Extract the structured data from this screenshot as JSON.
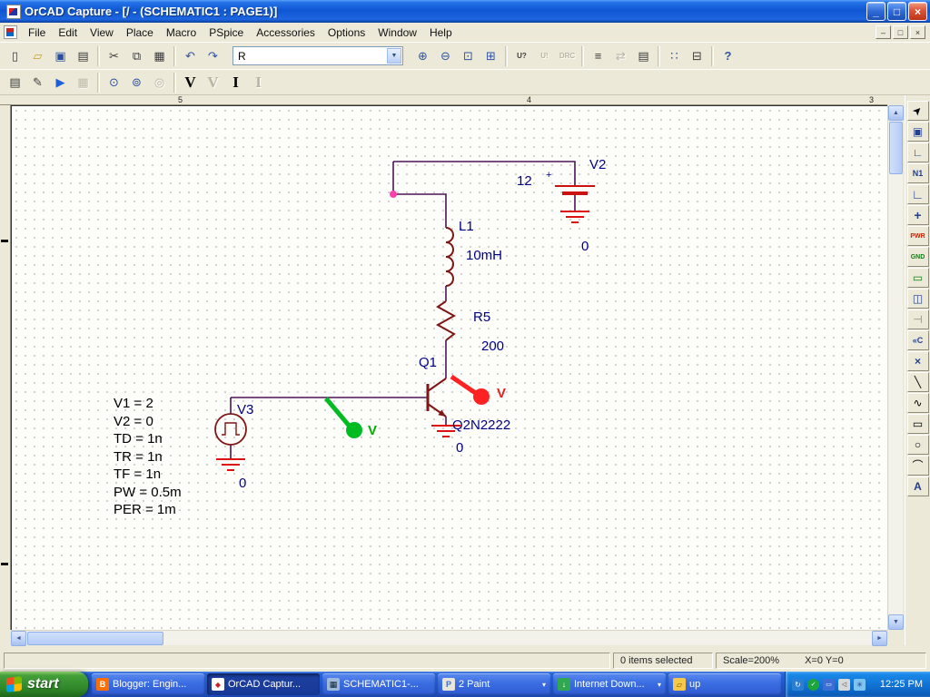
{
  "window": {
    "title": "OrCAD Capture - [/ - (SCHEMATIC1 : PAGE1)]",
    "controls": {
      "minimize": "_",
      "restore": "□",
      "close": "×"
    }
  },
  "menubar": {
    "items": [
      "File",
      "Edit",
      "View",
      "Place",
      "Macro",
      "PSpice",
      "Accessories",
      "Options",
      "Window",
      "Help"
    ],
    "mdi": {
      "minimize": "–",
      "restore": "□",
      "close": "×"
    }
  },
  "toolbar1": {
    "combo": {
      "value": "R",
      "arrow": "▼"
    },
    "icons": [
      {
        "name": "new-icon",
        "glyph": "▯"
      },
      {
        "name": "open-icon",
        "glyph": "▱"
      },
      {
        "name": "save-icon",
        "glyph": "▣"
      },
      {
        "name": "print-icon",
        "glyph": "▤"
      },
      {
        "name": "cut-icon",
        "glyph": "✂"
      },
      {
        "name": "copy-icon",
        "glyph": "⧉"
      },
      {
        "name": "paste-icon",
        "glyph": "▦"
      },
      {
        "name": "undo-icon",
        "glyph": "↶"
      },
      {
        "name": "redo-icon",
        "glyph": "↷"
      },
      {
        "name": "zoom-in-icon",
        "glyph": "⊕"
      },
      {
        "name": "zoom-out-icon",
        "glyph": "⊖"
      },
      {
        "name": "zoom-area-icon",
        "glyph": "⊡"
      },
      {
        "name": "zoom-all-icon",
        "glyph": "⊞"
      },
      {
        "name": "annotate-icon",
        "glyph": "U?"
      },
      {
        "name": "back-annotate-icon",
        "glyph": "U!"
      },
      {
        "name": "drc-icon",
        "glyph": "DRC"
      },
      {
        "name": "netlist-icon",
        "glyph": "≡"
      },
      {
        "name": "cross-reference-icon",
        "glyph": "⇄"
      },
      {
        "name": "bom-icon",
        "glyph": "▤"
      },
      {
        "name": "snap-to-grid-icon",
        "glyph": "∷"
      },
      {
        "name": "project-manager-icon",
        "glyph": "⊟"
      },
      {
        "name": "help-icon",
        "glyph": "?"
      }
    ]
  },
  "toolbar2": {
    "icons": [
      {
        "name": "new-simulation-profile-icon",
        "glyph": "▤"
      },
      {
        "name": "edit-simulation-profile-icon",
        "glyph": "✎"
      },
      {
        "name": "run-pspice-icon",
        "glyph": "▶"
      },
      {
        "name": "view-simulation-results-icon",
        "glyph": "▦"
      },
      {
        "name": "view-circuit-file-icon",
        "glyph": "⊙"
      },
      {
        "name": "view-output-file-icon",
        "glyph": "⊚"
      },
      {
        "name": "marker-list-icon",
        "glyph": "◎"
      },
      {
        "name": "voltage-marker-icon",
        "glyph": "V"
      },
      {
        "name": "voltage-differential-marker-icon",
        "glyph": "V"
      },
      {
        "name": "current-marker-icon",
        "glyph": "I"
      },
      {
        "name": "power-marker-icon",
        "glyph": "I"
      }
    ]
  },
  "ruler": {
    "h_marks": [
      "5",
      "4",
      "3"
    ]
  },
  "schematic": {
    "v2": {
      "ref": "V2",
      "value": "12",
      "plus": "+",
      "gnd": "0"
    },
    "l1": {
      "ref": "L1",
      "value": "10mH"
    },
    "r5": {
      "ref": "R5",
      "value": "200"
    },
    "q1": {
      "ref": "Q1",
      "value": "Q2N2222",
      "gnd": "0"
    },
    "v3": {
      "ref": "V3",
      "gnd": "0",
      "params": [
        "V1 = 2",
        "V2 = 0",
        "TD = 1n",
        "TR = 1n",
        "TF = 1n",
        "PW = 0.5m",
        "PER = 1m"
      ]
    },
    "probes": {
      "red_label": "V",
      "green_label": "V"
    }
  },
  "palette": {
    "items": [
      {
        "name": "select-tool",
        "glyph": "➤"
      },
      {
        "name": "place-part-tool",
        "glyph": "▣"
      },
      {
        "name": "place-wire-tool",
        "glyph": "∟"
      },
      {
        "name": "place-net-alias-tool",
        "glyph": "N1"
      },
      {
        "name": "place-bus-tool",
        "glyph": "∟"
      },
      {
        "name": "place-junction-tool",
        "glyph": "+"
      },
      {
        "name": "place-power-tool",
        "glyph": "PWR"
      },
      {
        "name": "place-ground-tool",
        "glyph": "GND"
      },
      {
        "name": "place-hierarchical-block-tool",
        "glyph": "▭"
      },
      {
        "name": "place-hierarchical-port-tool",
        "glyph": "◫"
      },
      {
        "name": "place-hierarchical-pin-tool",
        "glyph": "⊣"
      },
      {
        "name": "place-off-page-connector-tool",
        "glyph": "«C"
      },
      {
        "name": "place-no-connect-tool",
        "glyph": "×"
      },
      {
        "name": "place-line-tool",
        "glyph": "╲"
      },
      {
        "name": "place-polyline-tool",
        "glyph": "∿"
      },
      {
        "name": "place-rectangle-tool",
        "glyph": "▭"
      },
      {
        "name": "place-ellipse-tool",
        "glyph": "○"
      },
      {
        "name": "place-arc-tool",
        "glyph": "⌒"
      },
      {
        "name": "place-text-tool",
        "glyph": "A"
      }
    ]
  },
  "statusbar": {
    "selection": "0 items selected",
    "scale": "Scale=200%",
    "coords": "X=0 Y=0"
  },
  "taskbar": {
    "start_label": "start",
    "tasks": [
      {
        "label": "Blogger: Engin..."
      },
      {
        "label": "OrCAD Captur..."
      },
      {
        "label": "SCHEMATIC1-..."
      },
      {
        "label": "2 Paint"
      },
      {
        "label": "Internet Down..."
      },
      {
        "label": "up"
      }
    ],
    "clock": "12:25 PM"
  }
}
